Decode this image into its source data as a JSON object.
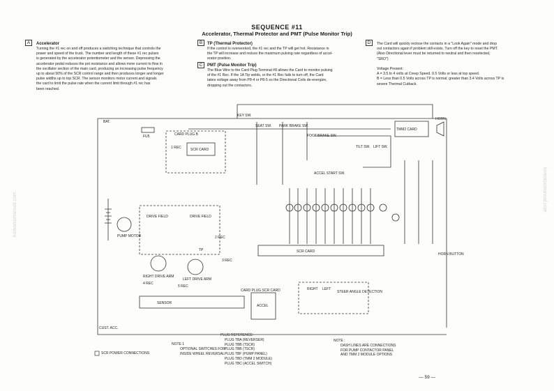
{
  "header": {
    "sequence": "SEQUENCE #11",
    "subtitle": "Accelerator, Thermal Protector and PMT (Pulse Monitor Trip)"
  },
  "sections": {
    "a": {
      "letter": "A",
      "title": "Accelerator",
      "lines": [
        "Turning the #1 rec on and off produces a switching technique that controls the",
        "power and speed of the truck. The number and length of these #1 rec pulses",
        "is generated by the accelerator potentiometer and the sensor. Depressing the",
        "accelerator pedal reduces the pot resistance and allows more current to flow in",
        "the oscillator section of the main card, producing an increasing pulse frequency",
        "up to about 50% of the SCR control range and then produces longer and longer",
        "pulse widths up to top SCR. The sensor monitors motor current and signals",
        "the card to limit the pulse rate when the current limit through #1 rec has",
        "been reached."
      ]
    },
    "b": {
      "letter": "B",
      "title": "TP (Thermal Protector)",
      "lines": [
        "If the control is overworked, the #1 rec and the TP will get hot. Resistance in",
        "the TP will increase and reduce the maximum pulsing rate regardless of accel-",
        "erator position."
      ]
    },
    "c": {
      "letter": "C",
      "title": "PMT (Pulse Monitor Trip)",
      "lines": [
        "The Blue Wire to the Card Plug Terminal #8 allows the Card to monitor pulsing",
        "of the #1 Rec. If the 1A Tip welds, or the #1 Rec fails to turn off, the Card",
        "takes voltage away from P8-4 or P8-5 so the Directional Coils de-energize,",
        "dropping out the contactors."
      ]
    },
    "d": {
      "letter": "D",
      "lines": [
        "The Card will quickly reclose the contacts in a \"Look Again\" mode and drop",
        "out contactors again if problem still exists. Turn off the key to reset the PMT.",
        "(Also Directional lever must be returned to neutral and then reselected,",
        "\"SRO\")"
      ],
      "voltage_title": "Voltage Present:",
      "voltage_lines": [
        "A = 3.5 to 4 volts at Creep Speed. 0.5 Volts or less at top speed.",
        "B = Less than 0.5 Volts across TP is normal; greater than 3.4 Volts across TP is",
        "severe Thermal Cutback."
      ]
    }
  },
  "schematic_labels": {
    "bat": "BAT.",
    "key_sw": "KEY SW.",
    "seat_sw": "SEAT SW.",
    "park_brake": "PARK BRAKE SW.",
    "foot_brake": "FOOT BRAKE SW.",
    "accel_start": "ACCEL START SW.",
    "tilt_sw": "TILT SW.",
    "lift_sw": "LIFT SW.",
    "tmm2_card": "TMM2 CARD",
    "horn": "HORN",
    "horn_button": "HORN BUTTON",
    "card_plug": "CARD PLUG B",
    "scr_card_top": "SCR CARD",
    "scr_card_bottom": "SCR CARD",
    "pump_motor": "PUMP MOTOR",
    "drive_field_l": "DRIVE FIELD",
    "drive_field_r": "DRIVE FIELD",
    "right_drive_arm": "RIGHT DRIVE ARM",
    "left_drive_arm": "LEFT DRIVE ARM",
    "sensor": "SENSOR",
    "accel": "ACCEL",
    "card_plug_scr": "CARD PLUG SCR CARD",
    "steer_angle": "STEER ANGLE DETECTION",
    "right": "RIGHT",
    "left": "LEFT",
    "fuse": "FU5",
    "cust_acc": "CUST. ACC.",
    "tp": "TP",
    "rec1": "1 REC",
    "rec2": "2 REC",
    "rec3": "3 REC",
    "rec4": "4 REC",
    "rec5": "5 REC"
  },
  "plug_reference": {
    "title": "PLUG REFERENCE:",
    "items": [
      "PLUG TBA (REVERSER)",
      "PLUG TBB (TSCR)",
      "PLUG TBB (TSCR)",
      "PLUG TBF (PUMP PANEL)",
      "PLUG TBD (TMM 2 MODULE)",
      "PLUG TBC (ACCEL SWITCH)"
    ]
  },
  "note1": {
    "title": "NOTE 1",
    "lines": [
      "OPTIONAL SWITCHES FOR",
      "INSIDE WHEEL REVERSAL"
    ]
  },
  "note2": {
    "title": "NOTE :",
    "lines": [
      "DASH LINES ARE CONNECTIONS",
      "FOR PUMP CONTACTOR PANEL",
      "AND TMM 2 MODULE OPTIONS"
    ]
  },
  "scr_power": "SCR POWER CONNECTIONS",
  "page_number": "— 59 —",
  "watermark": "komatsumanual.com"
}
